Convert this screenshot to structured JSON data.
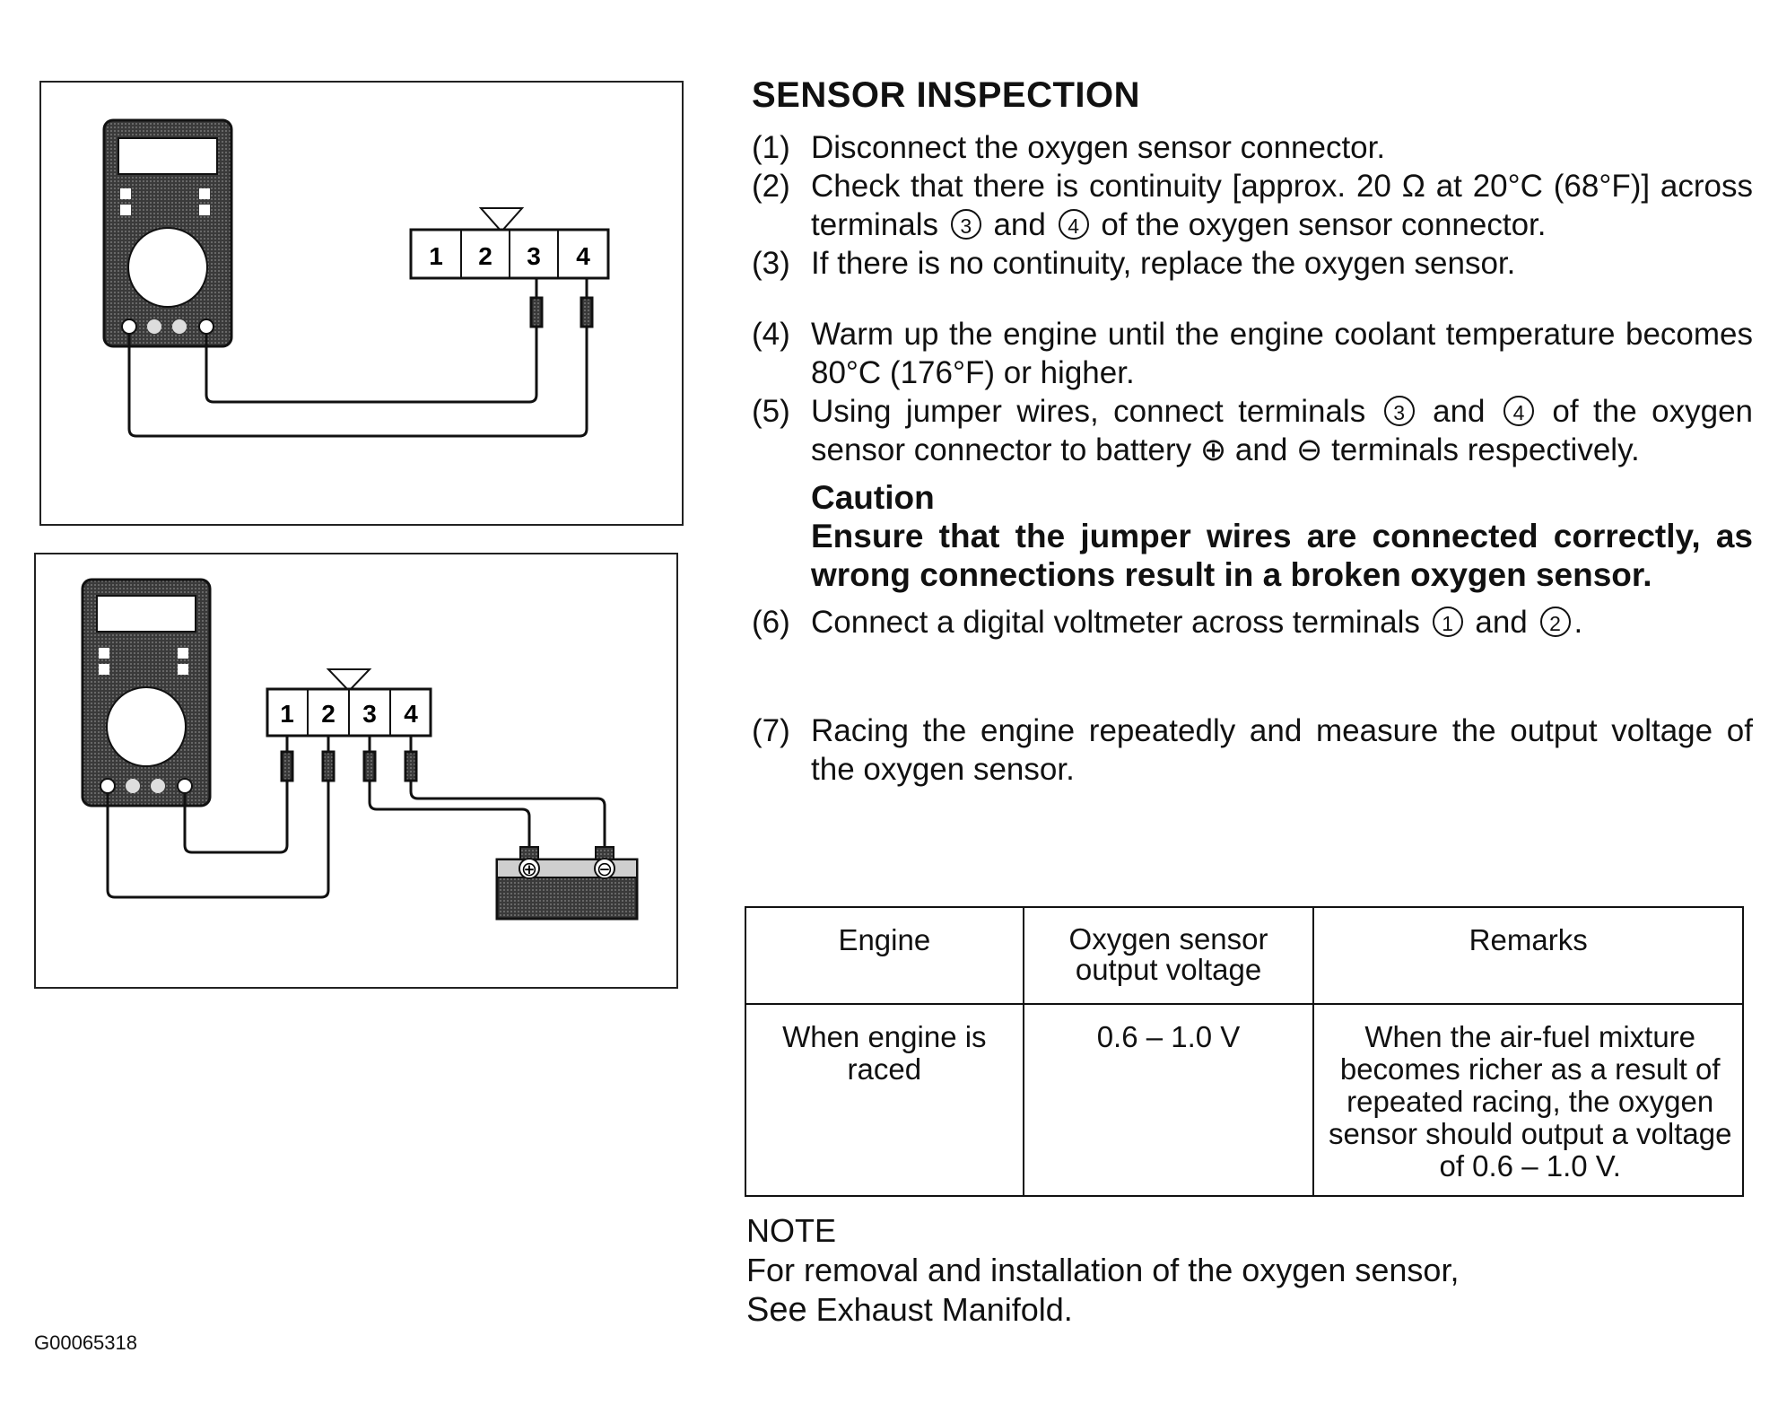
{
  "title": "SENSOR INSPECTION",
  "steps_a": [
    {
      "num": "(1)",
      "text": "Disconnect the oxygen sensor connector."
    },
    {
      "num": "(2)",
      "pre": "Check that there is continuity [approx. 20 Ω at 20°C (68°F)] across terminals",
      "t1": "3",
      "mid": "and",
      "t2": "4",
      "post": "of the oxygen sensor connector."
    },
    {
      "num": "(3)",
      "text": "If there is no continuity, replace the oxygen sensor."
    }
  ],
  "steps_b": [
    {
      "num": "(4)",
      "text": "Warm up the engine until the engine coolant temperature becomes 80°C (176°F) or higher."
    },
    {
      "num": "(5)",
      "pre": "Using jumper wires, connect terminals",
      "t1": "3",
      "mid": "and",
      "t2": "4",
      "post": "of the oxygen sensor connector to battery ⊕ and ⊖ terminals respectively."
    }
  ],
  "caution": {
    "heading": "Caution",
    "text": "Ensure that the jumper wires are connected correctly, as wrong connections result in a broken oxygen sensor."
  },
  "step6": {
    "num": "(6)",
    "pre": "Connect a digital voltmeter across terminals",
    "t1": "1",
    "mid": "and",
    "t2": "2",
    "post": "."
  },
  "step7": {
    "num": "(7)",
    "text": "Racing the engine repeatedly and measure the output voltage of the oxygen sensor."
  },
  "table": {
    "headers": [
      "Engine",
      "Oxygen sensor output voltage",
      "Remarks"
    ],
    "row": [
      "When engine is raced",
      "0.6 – 1.0 V",
      "When the air-fuel mixture becomes richer as a result of repeated racing, the oxygen sensor should output a voltage of 0.6 – 1.0 V."
    ]
  },
  "note": {
    "heading": "NOTE",
    "line1": "For removal and installation of the oxygen sensor,",
    "see": "See",
    "link": "Exhaust Manifold."
  },
  "diagram_top": {
    "terminals": [
      "1",
      "2",
      "3",
      "4"
    ]
  },
  "diagram_bottom": {
    "terminals": [
      "1",
      "2",
      "3",
      "4"
    ],
    "battery_pos": "⊕",
    "battery_neg": "⊖"
  },
  "doc_id": "G00065318"
}
